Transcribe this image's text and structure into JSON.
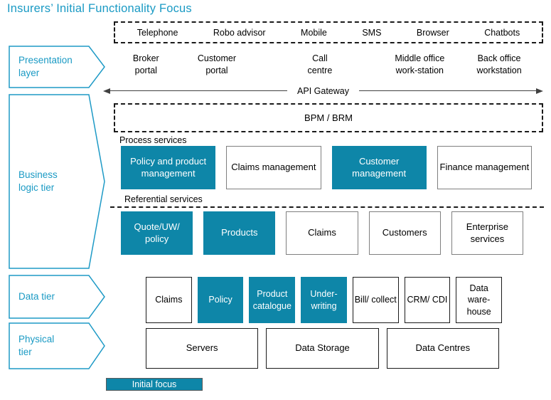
{
  "title": "Insurers’ Initial Functionality Focus",
  "colors": {
    "highlight": "#0E86A8",
    "accent_text": "#1A9AC4"
  },
  "layers": {
    "presentation": "Presentation layer",
    "business": "Business logic tier",
    "data": "Data tier",
    "physical": "Physical tier"
  },
  "channels": [
    "Telephone",
    "Robo advisor",
    "Mobile",
    "SMS",
    "Browser",
    "Chatbots"
  ],
  "portals": [
    "Broker portal",
    "Customer portal",
    "Call centre",
    "Middle office work-station",
    "Back office workstation"
  ],
  "api_gateway_label": "API Gateway",
  "bpm_label": "BPM / BRM",
  "process": {
    "heading": "Process services",
    "boxes": [
      {
        "label": "Policy and product management",
        "highlight": true
      },
      {
        "label": "Claims management",
        "highlight": false
      },
      {
        "label": "Customer management",
        "highlight": true
      },
      {
        "label": "Finance management",
        "highlight": false
      }
    ]
  },
  "referential": {
    "heading": "Referential services",
    "boxes": [
      {
        "label": "Quote/UW/ policy",
        "highlight": true
      },
      {
        "label": "Products",
        "highlight": true
      },
      {
        "label": "Claims",
        "highlight": false
      },
      {
        "label": "Customers",
        "highlight": false
      },
      {
        "label": "Enterprise services",
        "highlight": false
      }
    ]
  },
  "data_tier": {
    "boxes": [
      {
        "label": "Claims",
        "highlight": false
      },
      {
        "label": "Policy",
        "highlight": true
      },
      {
        "label": "Product catalogue",
        "highlight": true
      },
      {
        "label": "Under-writing",
        "highlight": true
      },
      {
        "label": "Bill/ collect",
        "highlight": false
      },
      {
        "label": "CRM/ CDI",
        "highlight": false
      },
      {
        "label": "Data ware-house",
        "highlight": false
      }
    ]
  },
  "physical_tier": {
    "boxes": [
      {
        "label": "Servers"
      },
      {
        "label": "Data Storage"
      },
      {
        "label": "Data Centres"
      }
    ]
  },
  "legend": {
    "label": "Initial focus"
  }
}
